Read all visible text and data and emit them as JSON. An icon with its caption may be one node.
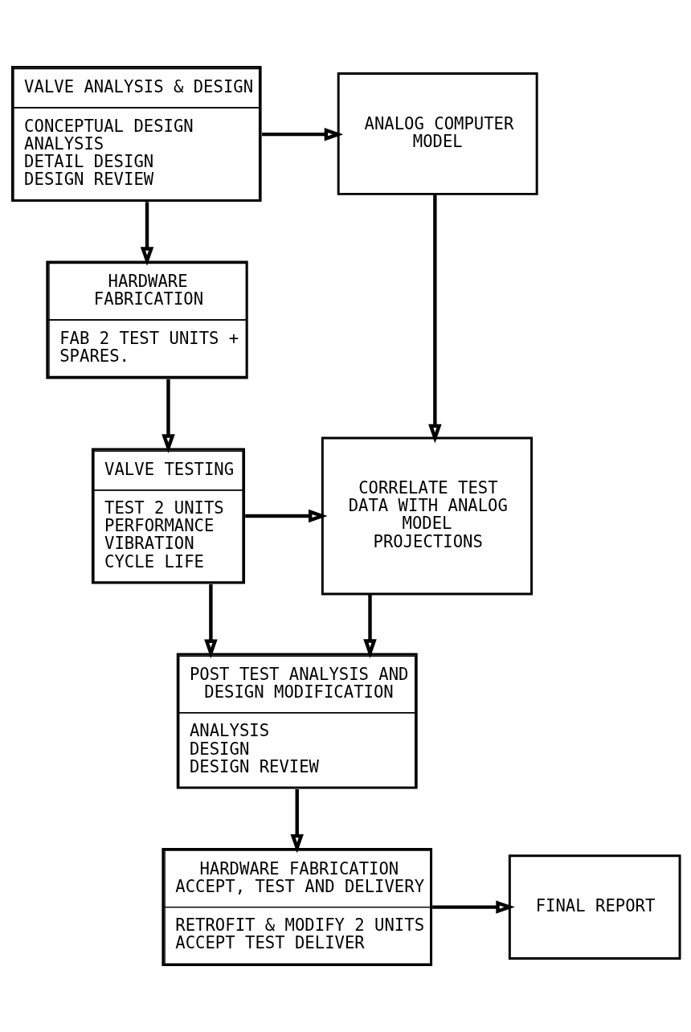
{
  "diagram": {
    "nodes": [
      {
        "text": [
          "VALVE ANALYSIS & DESIGN",
          "CONCEPTUAL DESIGN",
          "ANALYSIS",
          "DETAIL DESIGN",
          "DESIGN REVIEW"
        ]
      },
      {
        "text": [
          "ANALOG COMPUTER MODEL"
        ]
      },
      {
        "text": [
          "HARDWARE FABRICATION",
          "FAB 2 TEST UNITS + SPARES."
        ]
      },
      {
        "text": [
          "VALVE TESTING",
          "TEST 2 UNITS",
          "PERFORMANCE",
          "VIBRATION",
          "CYCLE LIFE"
        ]
      },
      {
        "text": [
          "CORRELATE TEST DATA WITH ANALOG MODEL PROJECTIONS"
        ]
      },
      {
        "text": [
          "POST TEST ANALYSIS AND DESIGN MODIFICATION",
          "ANALYSIS",
          "DESIGN",
          "DESIGN REVIEW"
        ]
      },
      {
        "text": [
          "HARDWARE FABRICATION ACCEPT, TEST AND DELIVERY",
          "RETROFIT & MODIFY 2 UNITS",
          "ACCEPT TEST DELIVER"
        ]
      },
      {
        "text": [
          "FINAL REPORT"
        ]
      }
    ],
    "edges": [
      {
        "from": 0,
        "to": 1,
        "arrow": "to"
      },
      {
        "from": 0,
        "to": 2,
        "arrow": "to"
      },
      {
        "from": 1,
        "to": 4,
        "arrow": "to"
      },
      {
        "from": 2,
        "to": 3,
        "arrow": "to"
      },
      {
        "from": 3,
        "to": 4,
        "arrow": "to"
      },
      {
        "from": 3,
        "to": 5,
        "arrow": "to"
      },
      {
        "from": 4,
        "to": 5,
        "arrow": "to"
      },
      {
        "from": 5,
        "to": 6,
        "arrow": "to"
      },
      {
        "from": 6,
        "to": 7,
        "arrow": "to"
      }
    ]
  }
}
